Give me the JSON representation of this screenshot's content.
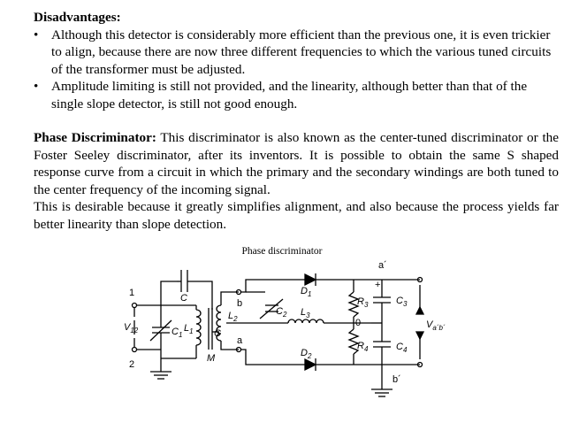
{
  "disadvantages": {
    "heading": "Disadvantages:",
    "bullets": [
      "Although this detector is considerably more efficient than the previous one, it is even trickier to align, because there are now three different frequencies to which the various tuned circuits of the transformer must be adjusted.",
      "Amplitude limiting is still not provided, and the linearity, although better than that of the single slope detector, is still not good enough."
    ],
    "bullet_char": "•"
  },
  "phase_discriminator": {
    "heading": "Phase Discriminator:",
    "paragraph1": " This discriminator is also known as the center-tuned discriminator or the Foster Seeley discriminator, after its inventors. It is possible to obtain the same S shaped response curve from a circuit in which the primary and the secondary windings are both tuned to the center frequency of the incoming signal.",
    "paragraph2": "This is desirable because it greatly simplifies alignment, and also because the process yields far better linearity than slope detection."
  },
  "figure": {
    "caption": "Phase discriminator",
    "labels": {
      "C": "C",
      "L1": "L",
      "L1_sub": "1",
      "C1": "C",
      "C1_sub": "1",
      "V12": "V",
      "V12_sub": "12",
      "node1": "1",
      "node2": "2",
      "M": "M",
      "L2": "L",
      "L2_sub": "2",
      "Cc": "C",
      "b": "b",
      "a": "a",
      "C2": "C",
      "C2_sub": "2",
      "L3": "L",
      "L3_sub": "3",
      "D1": "D",
      "D1_sub": "1",
      "D2": "D",
      "D2_sub": "2",
      "R3": "R",
      "R3_sub": "3",
      "R4": "R",
      "R4_sub": "4",
      "zero": "0",
      "C3": "C",
      "C3_sub": "3",
      "C4": "C",
      "C4_sub": "4",
      "a_prime": "a´",
      "b_prime": "b´",
      "Vab": "V",
      "Vab_sub": "a´b´",
      "plus": "+"
    }
  }
}
